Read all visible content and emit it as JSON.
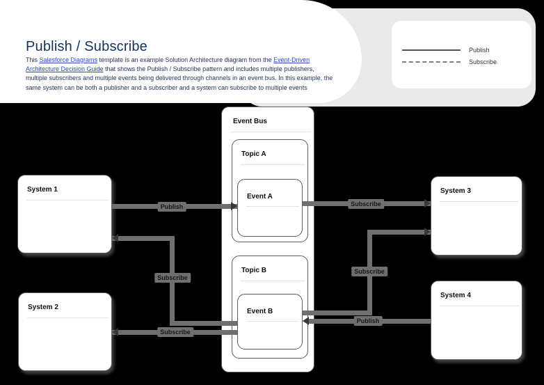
{
  "header": {
    "title": "Publish / Subscribe",
    "description_segments": [
      {
        "text": "This ",
        "link": false
      },
      {
        "text": "Salesforce Diagrams",
        "link": true
      },
      {
        "text": " template is an example Solution Architecture diagram from the ",
        "link": false
      },
      {
        "text": "Event-Driven Architecture Decision Guide",
        "link": true
      },
      {
        "text": " that shows the Publish / Subscribe pattern and includes multiple publishers, multiple subscribers and multiple events being delivered through channels in an event bus. In this example, the same system can be both a publisher and a subscriber and a system can subscribe to multiple events",
        "link": false
      }
    ]
  },
  "legend": {
    "publish_label": "Publish",
    "subscribe_label": "Subscribe",
    "publish_style": "solid",
    "subscribe_style": "dashed"
  },
  "diagram": {
    "nodes": {
      "event_bus": "Event Bus",
      "topic_a": "Topic A",
      "event_a": "Event A",
      "topic_b": "Topic B",
      "event_b": "Event B",
      "system_1": "System 1",
      "system_2": "System 2",
      "system_3": "System 3",
      "system_4": "System 4"
    },
    "connections": [
      {
        "id": "c1",
        "from": "System 1",
        "to": "Event A",
        "type": "publish",
        "label": "Publish"
      },
      {
        "id": "c2",
        "from": "Event B",
        "to": "System 1",
        "type": "subscribe",
        "label": "Subscribe"
      },
      {
        "id": "c3",
        "from": "Event B",
        "to": "System 2",
        "type": "subscribe",
        "label": "Subscribe"
      },
      {
        "id": "c4",
        "from": "Event A",
        "to": "System 3",
        "type": "subscribe",
        "label": "Subscribe"
      },
      {
        "id": "c5",
        "from": "Event B",
        "to": "System 3",
        "type": "subscribe",
        "label": "Subscribe"
      },
      {
        "id": "c6",
        "from": "System 4",
        "to": "Event B",
        "type": "publish",
        "label": "Publish"
      }
    ]
  },
  "colors": {
    "background": "#000000",
    "title_navy": "#16325c",
    "link_blue": "#2b4bc8",
    "line_gray": "#6f6f6f",
    "card_white": "#ffffff",
    "strip_gray": "#eaeaea"
  }
}
